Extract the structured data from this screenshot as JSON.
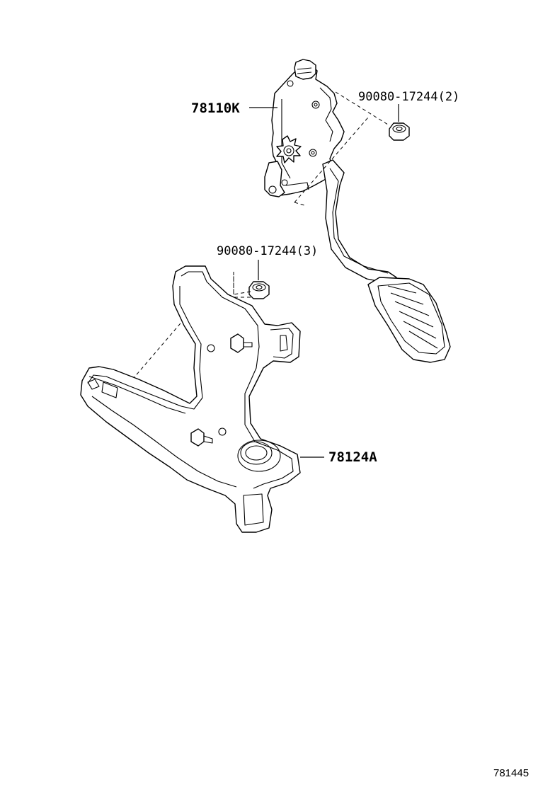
{
  "labels": {
    "sensor_assembly": "78110K",
    "nut_top": "90080-17244(2)",
    "nut_middle": "90080-17244(3)",
    "bracket": "78124A",
    "diagram_ref": "781445"
  }
}
